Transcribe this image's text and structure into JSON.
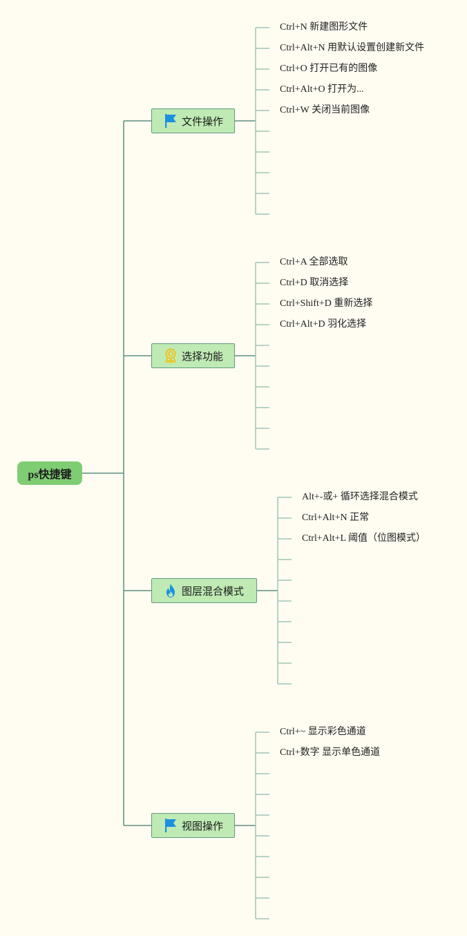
{
  "root": {
    "label": "ps快捷键"
  },
  "branches": [
    {
      "label": "文件操作",
      "icon": "flag-icon",
      "items": [
        "Ctrl+N 新建图形文件",
        "Ctrl+Alt+N 用默认设置创建新文件",
        "Ctrl+O 打开已有的图像",
        "Ctrl+Alt+O 打开为...",
        "Ctrl+W 关闭当前图像"
      ]
    },
    {
      "label": "选择功能",
      "icon": "award-medal-icon",
      "items": [
        "Ctrl+A 全部选取",
        "Ctrl+D 取消选择",
        "Ctrl+Shift+D 重新选择",
        "Ctrl+Alt+D 羽化选择"
      ]
    },
    {
      "label": "图层混合模式",
      "icon": "flame-icon",
      "items": [
        "Alt+-或+ 循环选择混合模式",
        "Ctrl+Alt+N 正常",
        "Ctrl+Alt+L 阈值（位图模式）"
      ]
    },
    {
      "label": "视图操作",
      "icon": "flag-icon",
      "items": [
        "Ctrl+~ 显示彩色通道",
        "Ctrl+数字 显示单色通道"
      ]
    }
  ],
  "colors": {
    "background": "#fffcf2",
    "root_fill": "#7fcd73",
    "branch_fill": "#bfeab4",
    "branch_border": "#5e9a82",
    "line_main": "#5a8f80",
    "line_leaf": "#9fc5b6",
    "flag_icon": "#1d8fe0",
    "medal_icon": "#f0c419",
    "flame_icon": "#1d8fe0"
  }
}
